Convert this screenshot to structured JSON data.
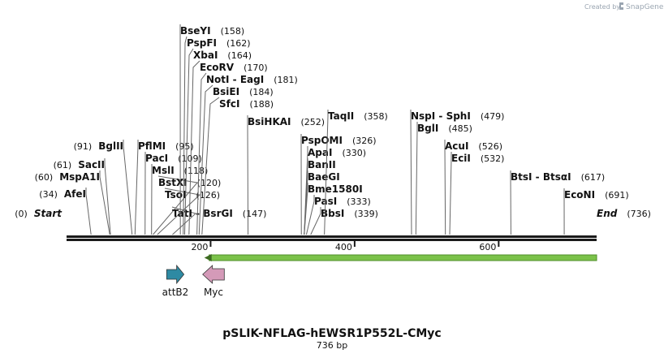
{
  "header": {
    "credit_prefix": "Created by",
    "credit_brand": "SnapGene"
  },
  "plasmid": {
    "name": "pSLIK-NFLAG-hEWSR1P552L-CMyc",
    "length_label": "736 bp"
  },
  "map_data": {
    "length": 736,
    "ticks": [
      {
        "pos": 200,
        "label": "200"
      },
      {
        "pos": 400,
        "label": "400"
      },
      {
        "pos": 600,
        "label": "600"
      }
    ],
    "enzymes": [
      {
        "id": "start",
        "name": "Start",
        "pos": 0,
        "pos_label": "(0)",
        "terminus": true,
        "label_left": true
      },
      {
        "id": "afei",
        "name": "AfeI",
        "pos": 34,
        "pos_label": "(34)",
        "label_left": true
      },
      {
        "id": "mspa1i",
        "name": "MspA1I",
        "pos": 60,
        "pos_label": "(60)",
        "label_left": true
      },
      {
        "id": "sacii",
        "name": "SacII",
        "pos": 61,
        "pos_label": "(61)",
        "label_left": true
      },
      {
        "id": "bglii",
        "name": "BglII",
        "pos": 91,
        "pos_label": "(91)",
        "label_left": true
      },
      {
        "id": "pflmi",
        "name": "PflMI",
        "pos": 95,
        "pos_label": "(95)",
        "label_left": false
      },
      {
        "id": "paci",
        "name": "PacI",
        "pos": 109,
        "pos_label": "(109)",
        "label_left": false
      },
      {
        "id": "msli",
        "name": "MslI",
        "pos": 118,
        "pos_label": "(118)",
        "label_left": false
      },
      {
        "id": "bstxi",
        "name": "BstXI",
        "pos": 120,
        "pos_label": "(120)",
        "label_left": false
      },
      {
        "id": "tsoi",
        "name": "TsoI",
        "pos": 126,
        "pos_label": "(126)",
        "label_left": false
      },
      {
        "id": "tati",
        "name": "TatI  -  BsrGI",
        "pos": 147,
        "pos_label": "(147)",
        "label_left": false
      },
      {
        "id": "bseyi",
        "name": "BseYI",
        "pos": 158,
        "pos_label": "(158)",
        "label_left": false
      },
      {
        "id": "pspfi",
        "name": "PspFI",
        "pos": 162,
        "pos_label": "(162)",
        "label_left": false
      },
      {
        "id": "xbai",
        "name": "XbaI",
        "pos": 164,
        "pos_label": "(164)",
        "label_left": false
      },
      {
        "id": "ecorv",
        "name": "EcoRV",
        "pos": 170,
        "pos_label": "(170)",
        "label_left": false
      },
      {
        "id": "noti",
        "name": "NotI  -  EagI",
        "pos": 181,
        "pos_label": "(181)",
        "label_left": false
      },
      {
        "id": "bsiei",
        "name": "BsiEI",
        "pos": 184,
        "pos_label": "(184)",
        "label_left": false
      },
      {
        "id": "sfci",
        "name": "SfcI",
        "pos": 188,
        "pos_label": "(188)",
        "label_left": false
      },
      {
        "id": "bsihkai",
        "name": "BsiHKAI",
        "pos": 252,
        "pos_label": "(252)",
        "label_left": false
      },
      {
        "id": "psppomi",
        "name": "PspOMI",
        "pos": 326,
        "pos_label": "(326)",
        "label_left": false
      },
      {
        "id": "apai",
        "name": "ApaI",
        "pos": 330,
        "pos_label": "(330)",
        "label_left": false
      },
      {
        "id": "banii",
        "name": "BanII",
        "pos": 330,
        "pos_label": "",
        "label_left": false
      },
      {
        "id": "baegi",
        "name": "BaeGI",
        "pos": 330,
        "pos_label": "",
        "label_left": false
      },
      {
        "id": "bme1580i",
        "name": "Bme1580I",
        "pos": 330,
        "pos_label": "",
        "label_left": false
      },
      {
        "id": "pasi",
        "name": "PasI",
        "pos": 333,
        "pos_label": "(333)",
        "label_left": false
      },
      {
        "id": "bbsi",
        "name": "BbsI",
        "pos": 339,
        "pos_label": "(339)",
        "label_left": false
      },
      {
        "id": "taqii",
        "name": "TaqII",
        "pos": 358,
        "pos_label": "(358)",
        "label_left": false
      },
      {
        "id": "nspi",
        "name": "NspI  -  SphI",
        "pos": 479,
        "pos_label": "(479)",
        "label_left": false
      },
      {
        "id": "bgli",
        "name": "BglI",
        "pos": 485,
        "pos_label": "(485)",
        "label_left": false
      },
      {
        "id": "acui",
        "name": "AcuI",
        "pos": 526,
        "pos_label": "(526)",
        "label_left": false
      },
      {
        "id": "ecii",
        "name": "EciI",
        "pos": 532,
        "pos_label": "(532)",
        "label_left": false
      },
      {
        "id": "btsi",
        "name": "BtsI  -  BtsαI",
        "pos": 617,
        "pos_label": "(617)",
        "label_left": false
      },
      {
        "id": "econi",
        "name": "EcoNI",
        "pos": 691,
        "pos_label": "(691)",
        "label_left": false
      },
      {
        "id": "end",
        "name": "End",
        "pos": 736,
        "pos_label": "(736)",
        "terminus": true,
        "label_left": false
      }
    ],
    "features": [
      {
        "id": "attb2",
        "name": "attB2",
        "start": 139,
        "end": 163,
        "strand": 1,
        "color": "#2e8aa3"
      },
      {
        "id": "myc",
        "name": "Myc",
        "start": 189,
        "end": 219,
        "strand": -1,
        "color": "#d49ab8"
      }
    ],
    "orf": {
      "start": 189,
      "end": 736,
      "strand": -1,
      "color": "#7bc24a"
    }
  }
}
